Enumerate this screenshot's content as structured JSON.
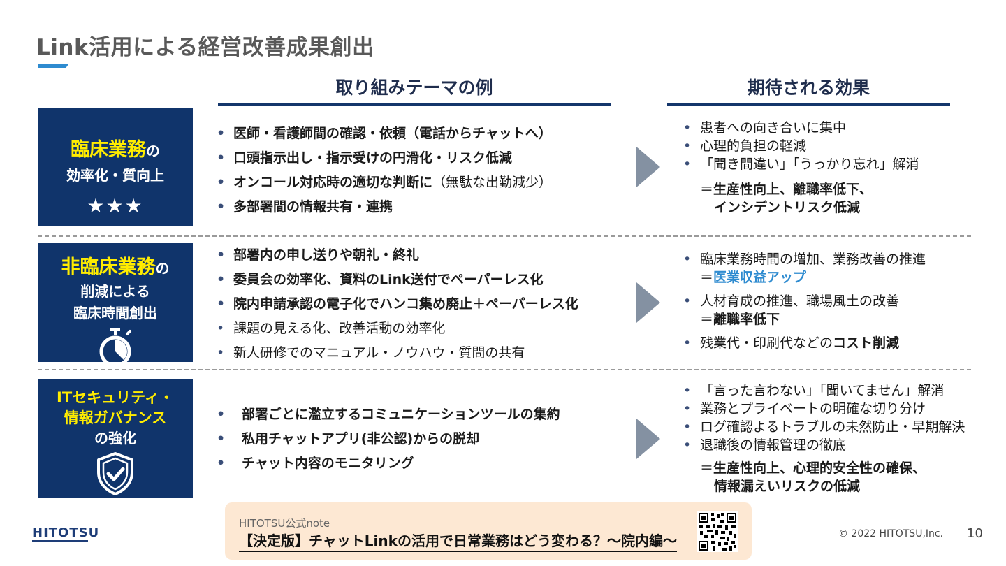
{
  "slide": {
    "title": "Link活用による経営改善成果創出",
    "col_left": "取り組みテーマの例",
    "col_right": "期待される効果",
    "page_number": "10",
    "copyright": "© 2022 HITOTSU,Inc.",
    "logo": "HITOTSU"
  },
  "row1": {
    "theme_hl": "臨床業務",
    "theme_suffix": "の",
    "theme_line2": "効率化・質向上",
    "stars": "★★★",
    "items": [
      {
        "main": "医師・看護師間の確認・依頼（電話からチャットへ）",
        "paren": ""
      },
      {
        "main": "口頭指示出し・指示受けの円滑化・リスク低減",
        "paren": ""
      },
      {
        "main": "オンコール対応時の適切な判断に",
        "paren": "（無駄な出勤減少）"
      },
      {
        "main": "多部署間の情報共有・連携",
        "paren": ""
      }
    ],
    "effects": [
      "患者への向き合いに集中",
      "心理的負担の軽減",
      "「聞き間違い」「うっかり忘れ」解消"
    ],
    "eq_pre": "＝",
    "eq_line1": "生産性向上、離職率低下、",
    "eq_line2": "インシデントリスク低減"
  },
  "row2": {
    "theme_hl": "非臨床業務",
    "theme_suffix": "の",
    "theme_line2": "削減による",
    "theme_line3": "臨床時間創出",
    "items": [
      "部署内の申し送りや朝礼・終礼",
      "委員会の効率化、資料のLink送付でペーパーレス化",
      "院内申請承認の電子化でハンコ集め廃止＋ペーパーレス化",
      "課題の見える化、改善活動の効率化",
      "新人研修でのマニュアル・ノウハウ・質問の共有"
    ],
    "effect1": "臨床業務時間の増加、業務改善の推進",
    "effect1_pre": "＝",
    "effect1_eq": "医業収益アップ",
    "effect2": "人材育成の推進、職場風土の改善",
    "effect2_pre": "＝",
    "effect2_eq": "離職率低下",
    "effect3_pre": "残業代・印刷代などの",
    "effect3_bold": "コスト削減"
  },
  "row3": {
    "theme_line1": "ITセキュリティ・",
    "theme_line2": "情報ガバナンス",
    "theme_line3": "の強化",
    "items": [
      "部署ごとに濫立するコミュニケーションツールの集約",
      "私用チャットアプリ(非公認)からの脱却",
      "チャット内容のモニタリング"
    ],
    "effects": [
      "「言った言わない」「聞いてません」解消",
      "業務とプライベートの明確な切り分け",
      "ログ確認よるトラブルの未然防止・早期解決",
      "退職後の情報管理の徹底"
    ],
    "eq_pre": "＝",
    "eq_line1": "生産性向上、心理的安全性の確保、",
    "eq_line2": "情報漏えいリスクの低減"
  },
  "banner": {
    "label": "HITOTSU公式note",
    "title": "【決定版】チャットLinkの活用で日常業務はどう変わる？～院内編～"
  },
  "colors": {
    "navy": "#10346b",
    "yellow": "#ffec00",
    "accent_blue": "#2e8bd0",
    "arrow_gray": "#8491a2",
    "banner_bg": "#fde8d3"
  }
}
